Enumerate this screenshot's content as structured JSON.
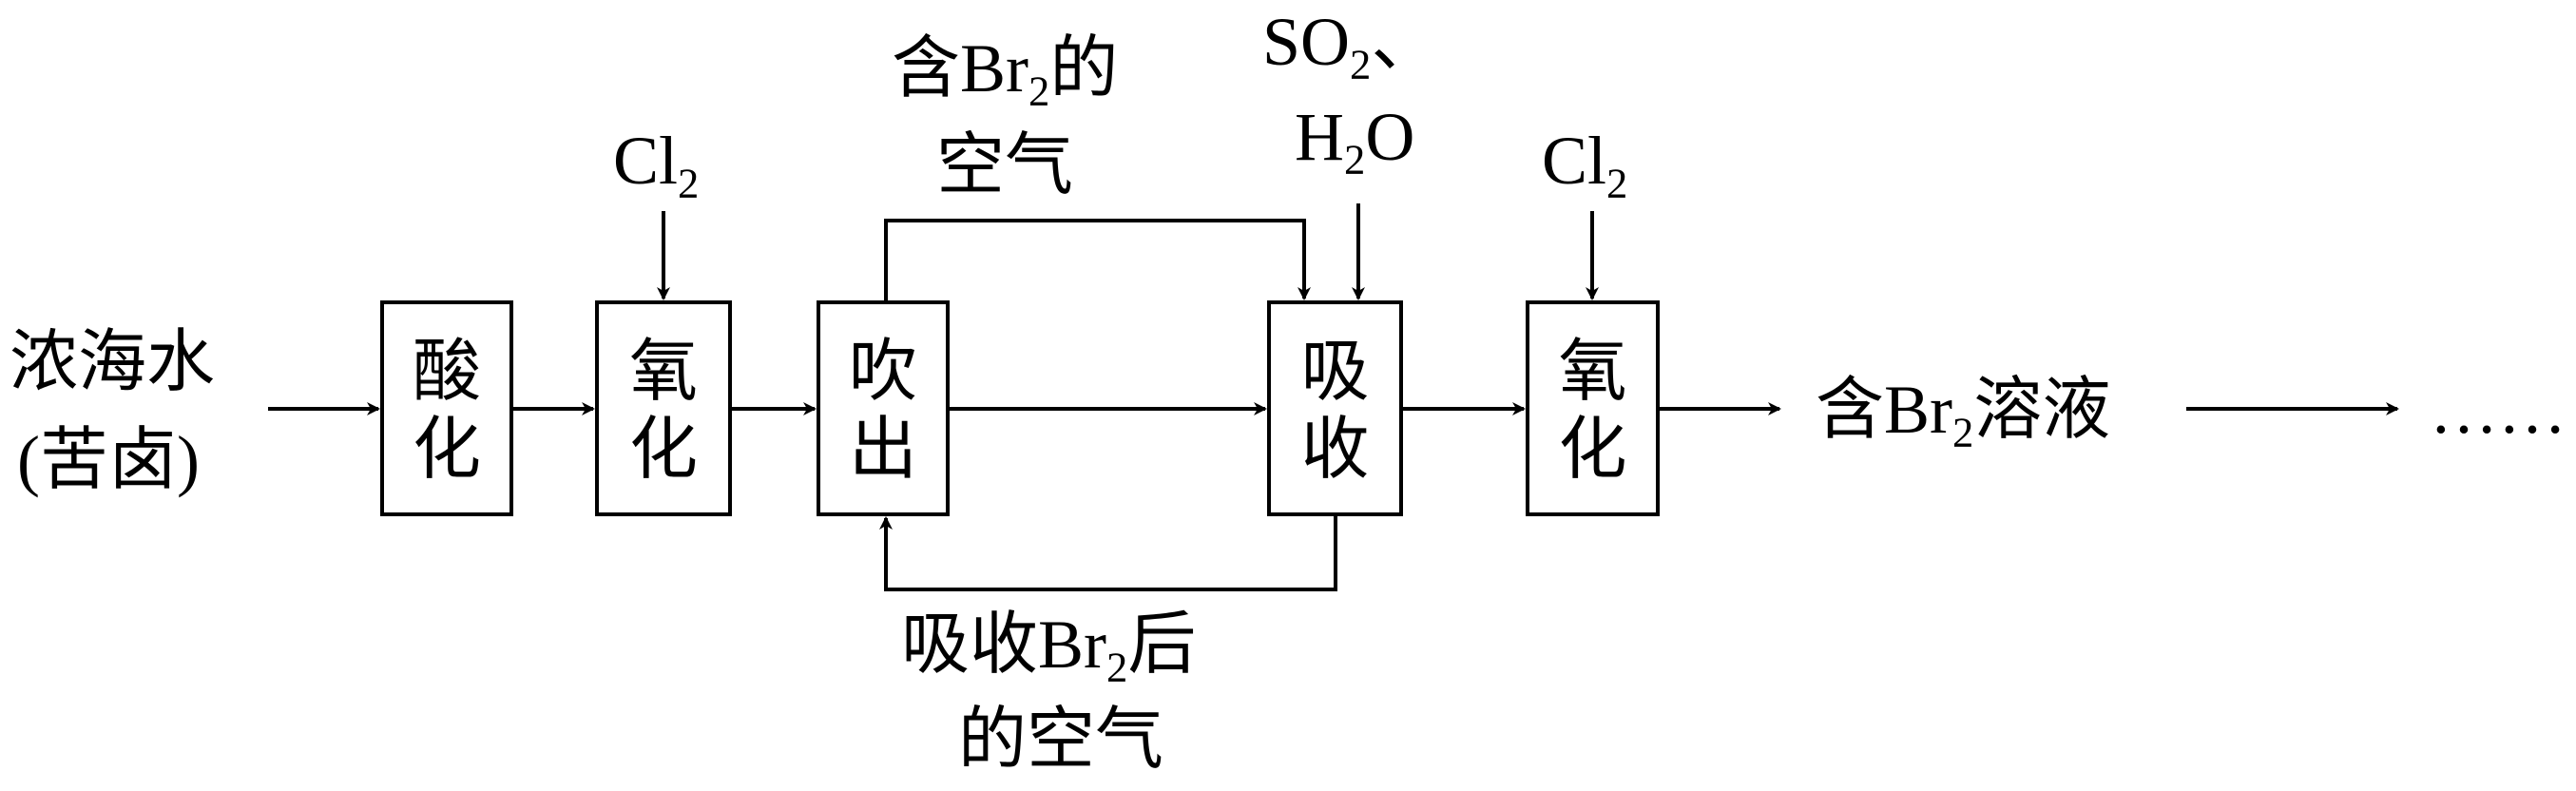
{
  "input": {
    "line1": "浓海水",
    "line2": "(苦卤)"
  },
  "steps": [
    {
      "line1": "酸",
      "line2": "化"
    },
    {
      "line1": "氧",
      "line2": "化"
    },
    {
      "line1": "吹",
      "line2": "出"
    },
    {
      "line1": "吸",
      "line2": "收"
    },
    {
      "line1": "氧",
      "line2": "化"
    }
  ],
  "reagents": {
    "cl2_first": {
      "pre": "Cl",
      "sub": "2"
    },
    "cl2_second": {
      "pre": "Cl",
      "sub": "2"
    },
    "so2": {
      "pre": "SO",
      "sub": "2",
      "post": "、"
    },
    "h2o": {
      "pre": "H",
      "sub": "2",
      "post": "O"
    }
  },
  "top_loop_label": {
    "pre": "含Br",
    "sub": "2",
    "post": "的",
    "line2": "空气"
  },
  "bottom_loop_label": {
    "pre": "吸收Br",
    "sub": "2",
    "post": "后",
    "line2": "的空气"
  },
  "product": {
    "pre": "含Br",
    "sub": "2",
    "post": "溶液"
  },
  "ellipsis": "……"
}
